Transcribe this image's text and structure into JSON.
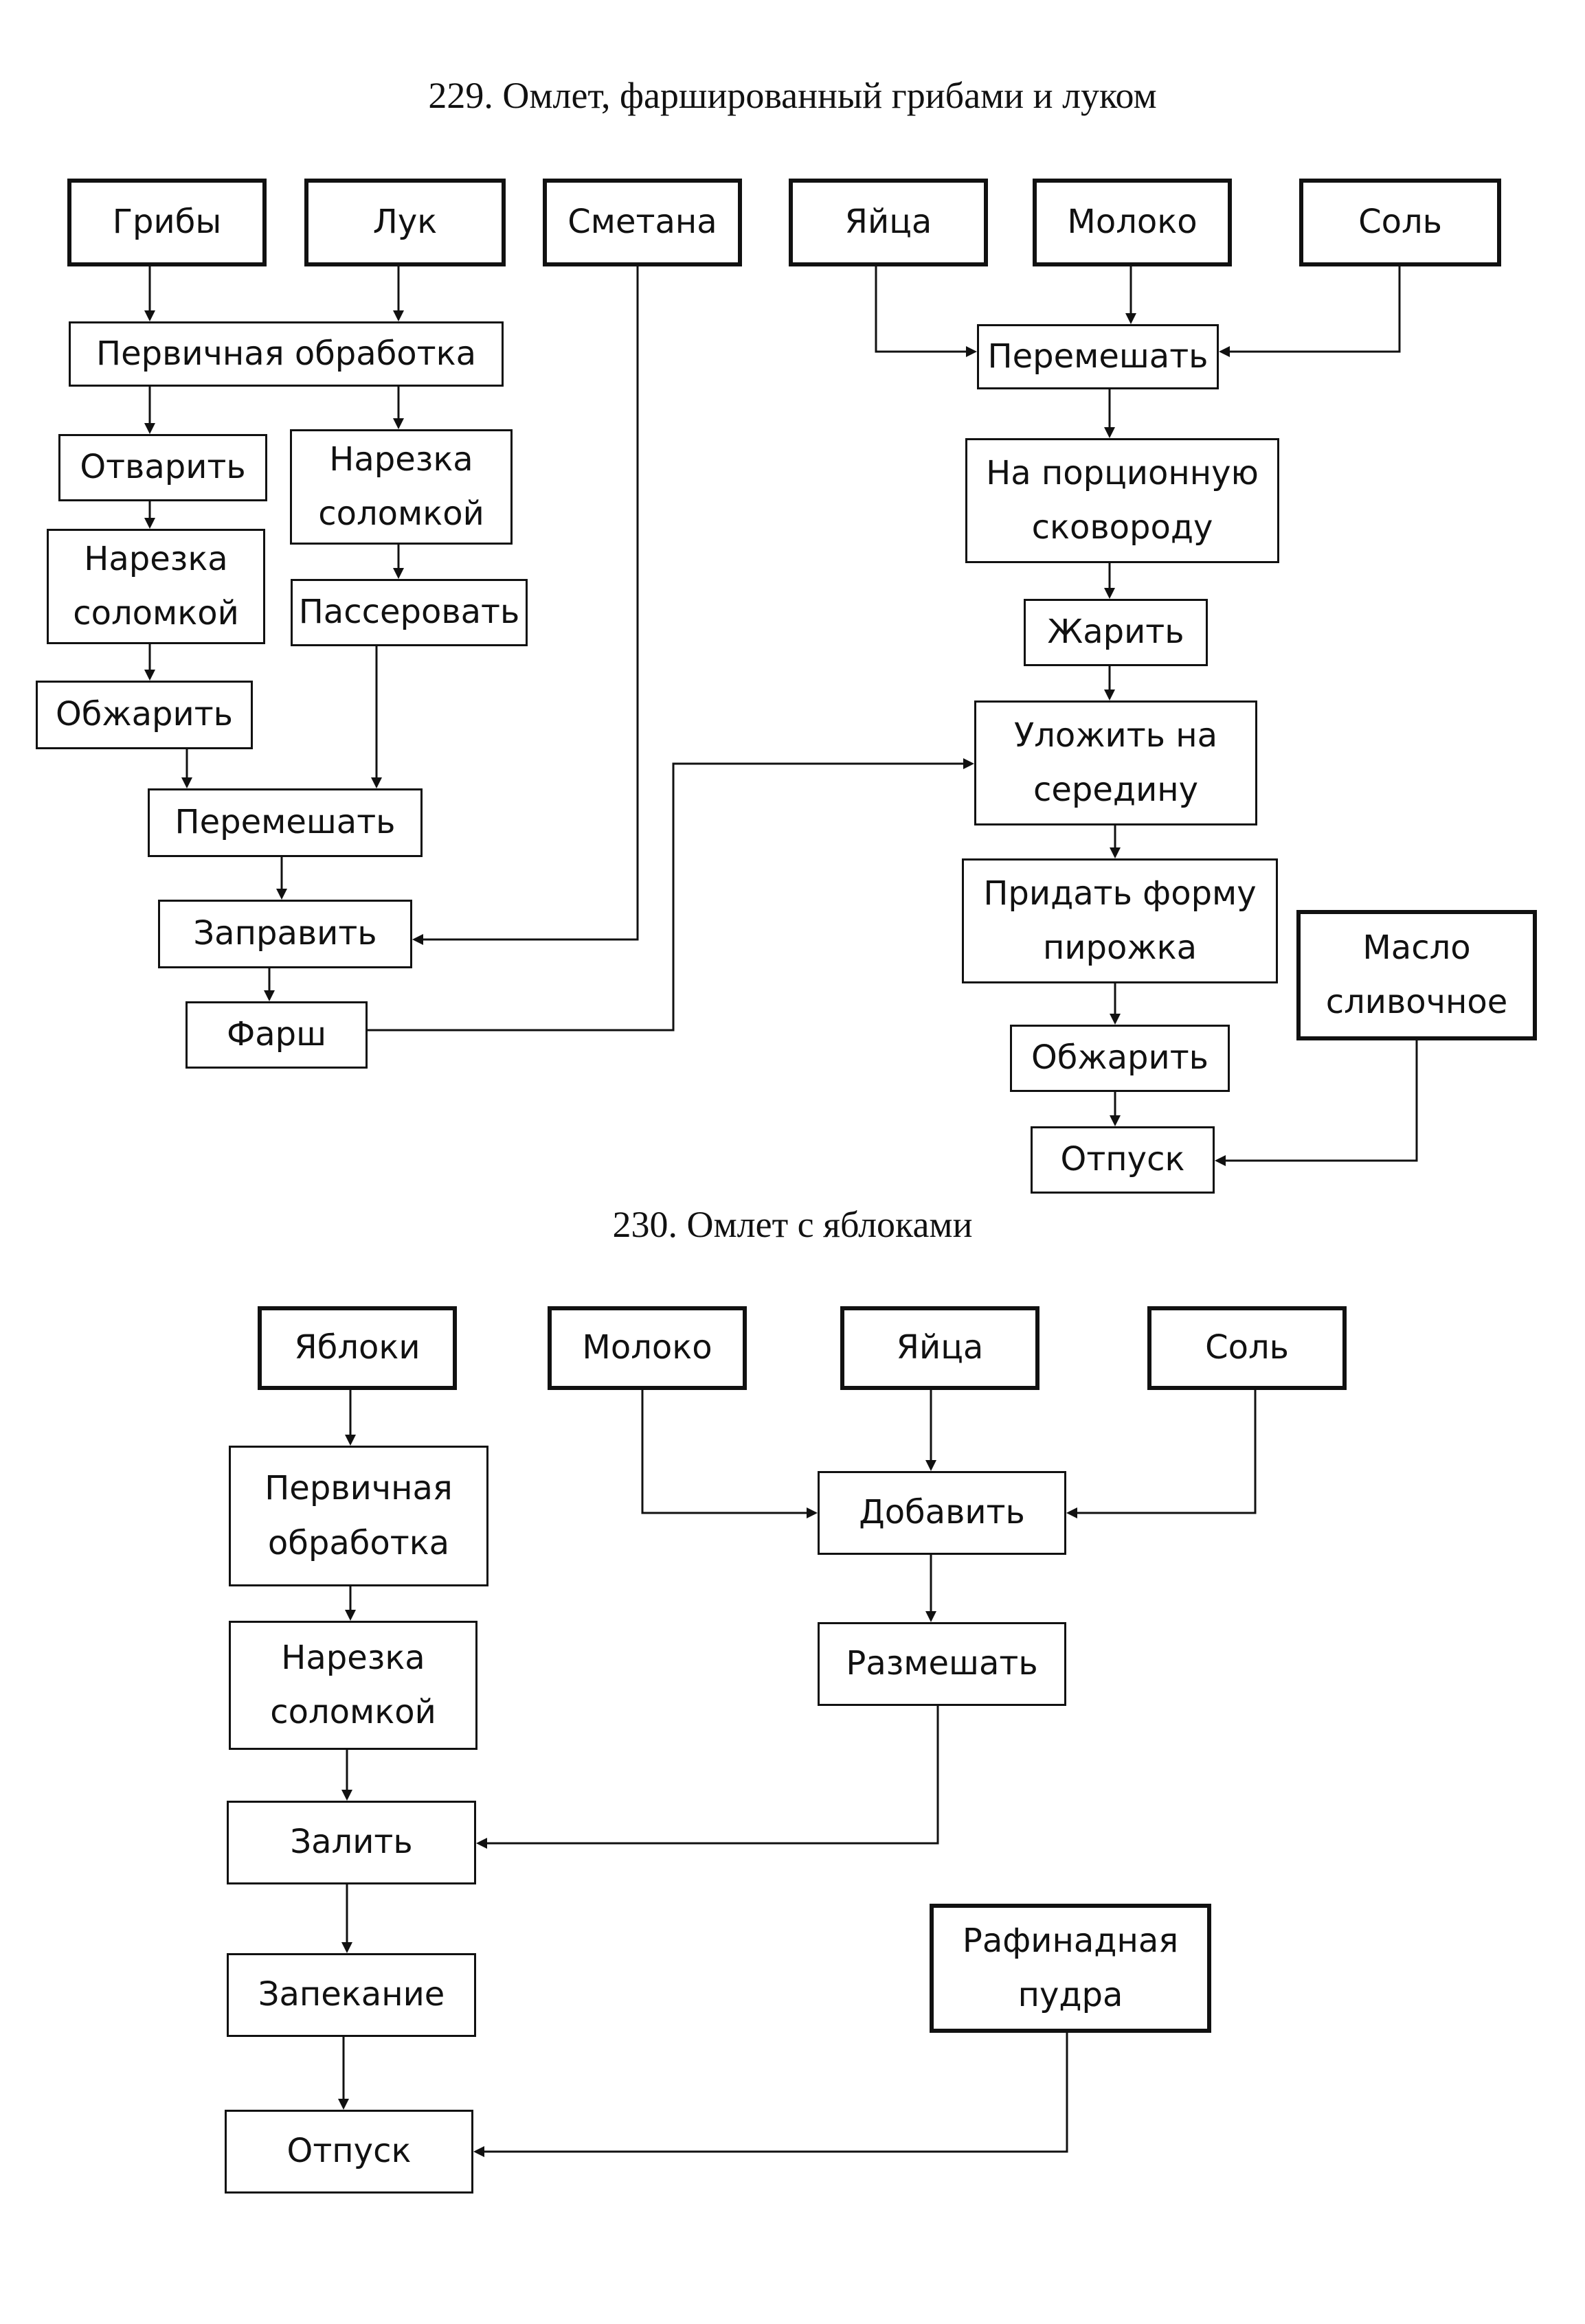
{
  "diagrams": [
    {
      "title": "229. Омлет, фаршированный грибами и луком",
      "ingredients": {
        "mushrooms": "Грибы",
        "onion": "Лук",
        "sour_cream": "Сметана",
        "eggs": "Яйца",
        "milk": "Молоко",
        "salt": "Соль",
        "butter": "Масло сливочное"
      },
      "steps": {
        "primary_processing": "Первичная обработка",
        "boil": "Отварить",
        "cut_onion": "Нарезка соломкой",
        "cut_mushrooms": "Нарезка соломкой",
        "saute": "Пассеровать",
        "fry_mushrooms": "Обжарить",
        "mix_filling": "Перемешать",
        "dress": "Заправить",
        "filling": "Фарш",
        "mix_eggs": "Перемешать",
        "portion_pan": "На порционную сковороду",
        "fry_omelet": "Жарить",
        "place_center": "Уложить на середину",
        "shape": "Придать форму пирожка",
        "fry_final": "Обжарить",
        "serve": "Отпуск"
      }
    },
    {
      "title": "230. Омлет с яблоками",
      "ingredients": {
        "apples": "Яблоки",
        "milk": "Молоко",
        "eggs": "Яйца",
        "salt": "Соль",
        "sugar_powder": "Рафинадная пудра"
      },
      "steps": {
        "primary_processing": "Первичная обработка",
        "cut": "Нарезка соломкой",
        "add": "Добавить",
        "stir": "Размешать",
        "pour": "Залить",
        "bake": "Запекание",
        "serve": "Отпуск"
      }
    }
  ]
}
